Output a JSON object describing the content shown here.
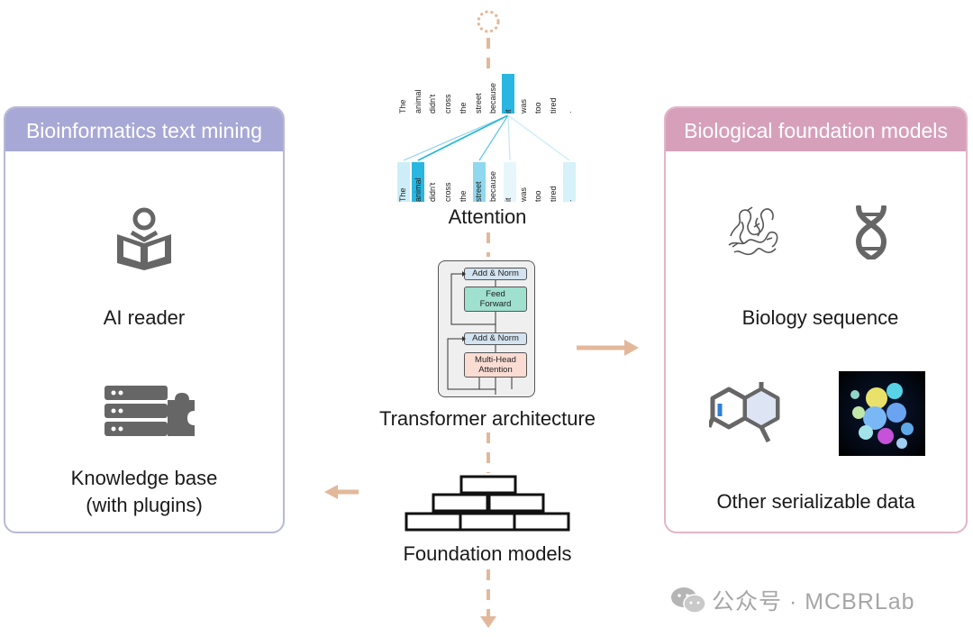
{
  "left_panel": {
    "title": "Bioinformatics text mining",
    "items": [
      {
        "label": "AI reader",
        "icon": "reading-person-icon"
      },
      {
        "label_line1": "Knowledge base",
        "label_line2": "(with plugins)",
        "icon": "server-plugin-icon"
      }
    ]
  },
  "right_panel": {
    "title": "Biological foundation models",
    "items": [
      {
        "label": "Biology sequence",
        "icons": [
          "protein-structure-icon",
          "dna-icon"
        ]
      },
      {
        "label": "Other serializable data",
        "icons": [
          "molecule-icon",
          "cell-cluster-image"
        ]
      }
    ]
  },
  "center": {
    "attention_label": "Attention",
    "attention_top_words": [
      "The",
      "animal",
      "didn't",
      "cross",
      "the",
      "street",
      "because",
      "it",
      "was",
      "too",
      "tired",
      "."
    ],
    "attention_bottom_words": [
      "The",
      "animal",
      "didn't",
      "cross",
      "the",
      "street",
      "because",
      "it",
      "was",
      "too",
      "tired",
      "."
    ],
    "transformer_blocks": {
      "add_norm_top": "Add & Norm",
      "feed_forward_1": "Feed",
      "feed_forward_2": "Forward",
      "add_norm_bottom": "Add & Norm",
      "multihead_1": "Multi-Head",
      "multihead_2": "Attention"
    },
    "transformer_label": "Transformer architecture",
    "foundation_label": "Foundation models"
  },
  "watermark": {
    "text": "公众号 · MCBRLab",
    "icon": "wechat-icon"
  },
  "colors": {
    "left_border": "#b7b9d8",
    "left_header": "#a8a8d6",
    "right_border": "#e2b5c8",
    "right_header": "#d6a0bb",
    "arrow": "#e3b89a",
    "attention_highlight": "#29b6e0",
    "feed_forward": "#9fe0cf",
    "multihead": "#fbdcd3",
    "add_norm": "#d3e3f0"
  }
}
